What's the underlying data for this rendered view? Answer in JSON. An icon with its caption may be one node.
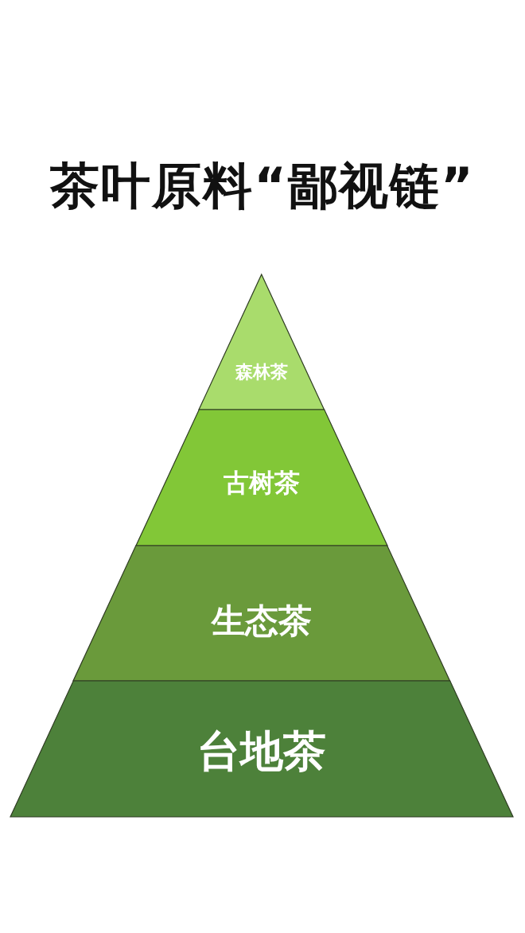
{
  "diagram": {
    "title": "茶叶原料“鄙视链”",
    "nodes": [
      {
        "text": [
          "森林茶"
        ]
      },
      {
        "text": [
          "古树茶"
        ]
      },
      {
        "text": [
          "生态茶"
        ]
      },
      {
        "text": [
          "台地茶"
        ]
      }
    ]
  }
}
